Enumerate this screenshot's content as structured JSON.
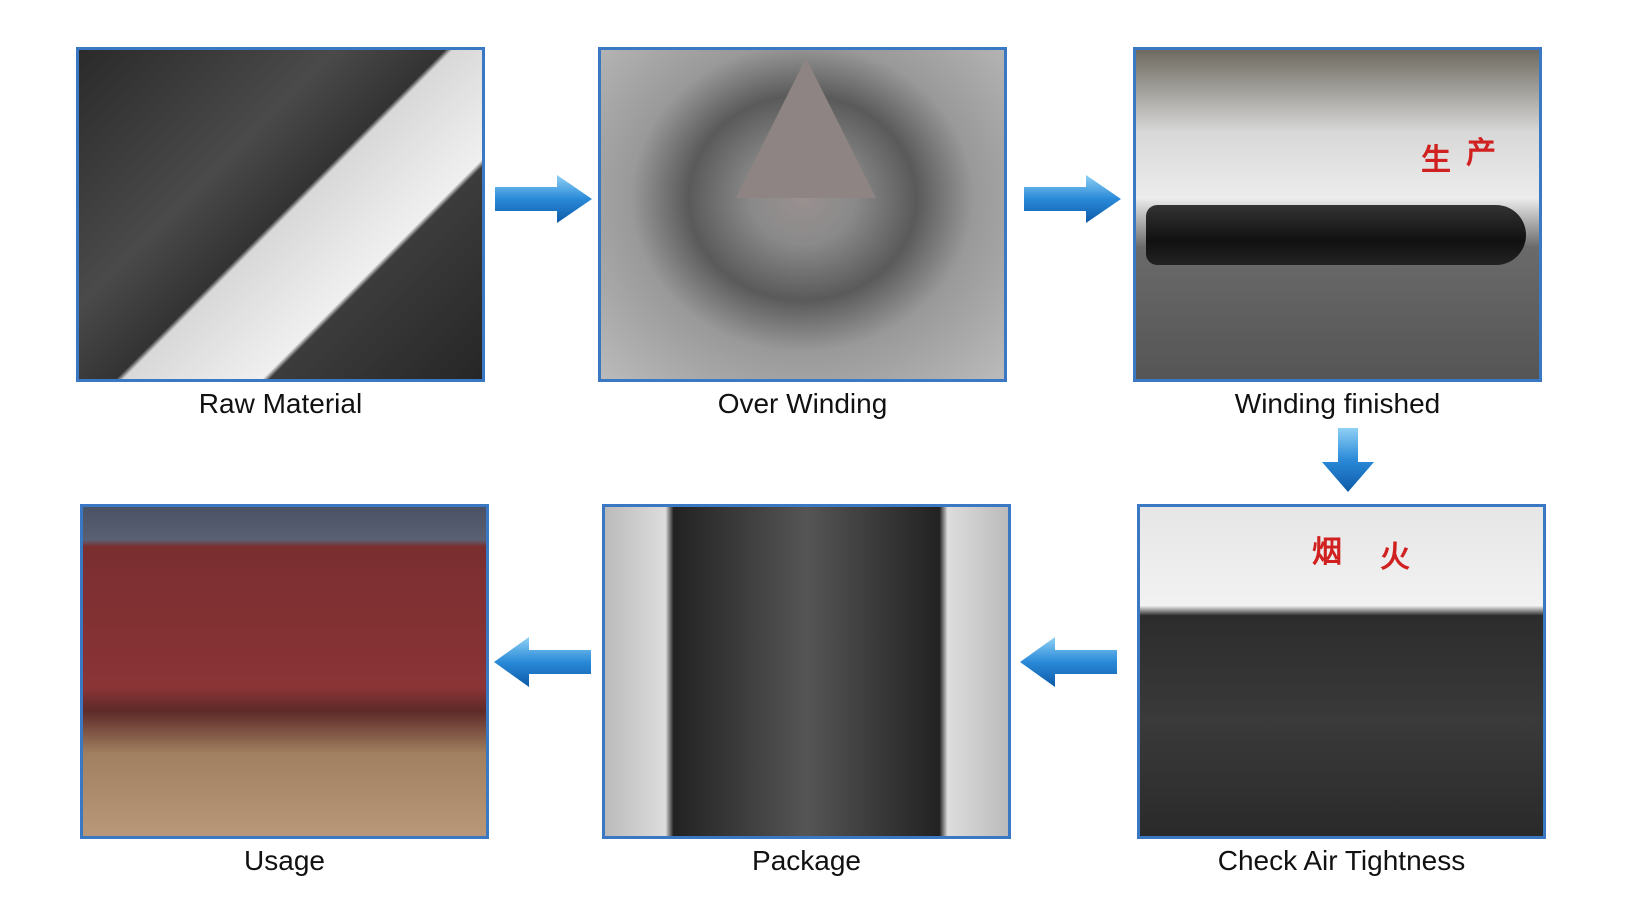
{
  "steps": [
    {
      "label": "Raw Material"
    },
    {
      "label": "Over Winding"
    },
    {
      "label": "Winding finished",
      "sign": [
        "生",
        "产"
      ]
    },
    {
      "label": "Check Air Tightness",
      "sign": [
        "烟",
        "火"
      ]
    },
    {
      "label": "Package"
    },
    {
      "label": "Usage"
    }
  ],
  "colors": {
    "border": "#3a78c4",
    "arrow": "#2a8ad8"
  }
}
